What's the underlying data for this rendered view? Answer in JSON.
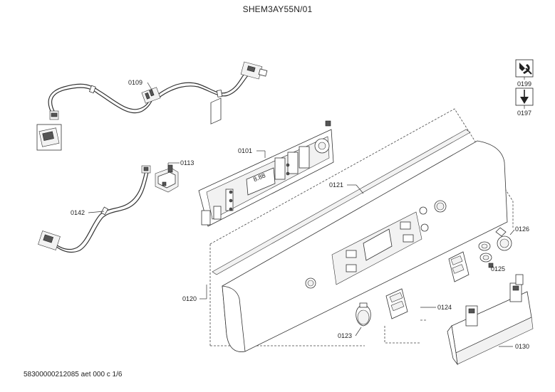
{
  "header": {
    "title": "SHEM3AY55N/01"
  },
  "footer": {
    "doc_id": "58300000212085 aet 000 c 1/6"
  },
  "parts": {
    "p0101": "0101",
    "p0109": "0109",
    "p0113": "0113",
    "p0120": "0120",
    "p0121": "0121",
    "p0123": "0123",
    "p0124": "0124",
    "p0125": "0125",
    "p0126": "0126",
    "p0130": "0130",
    "p0142": "0142",
    "p0197": "0197",
    "p0199": "0199"
  },
  "display": {
    "digits": "8.88"
  },
  "icons": {
    "service": "wrench-screwdriver-icon",
    "install": "screw-down-icon"
  }
}
